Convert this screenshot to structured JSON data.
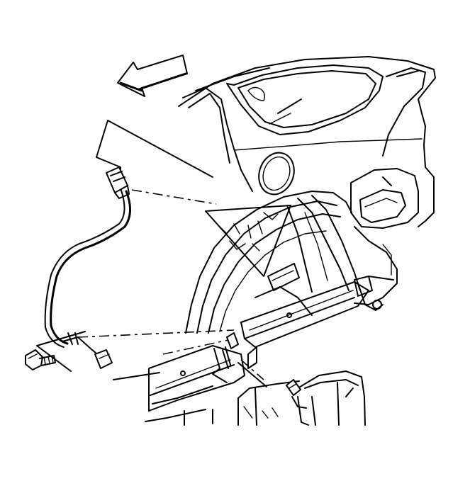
{
  "diagram": {
    "type": "technical-line-drawing",
    "subject": "rear-quarter-panel-wheelhouse",
    "colors": {
      "line": "#000000",
      "background": "#ffffff"
    },
    "callouts": [
      {
        "id": "upper-connector-callout"
      },
      {
        "id": "wheelhouse-section-callout"
      },
      {
        "id": "lower-connector-callout"
      }
    ],
    "direction_arrow": {
      "icon": "front-direction-arrow-icon"
    },
    "fastener": {
      "icon": "bolt-icon"
    }
  }
}
